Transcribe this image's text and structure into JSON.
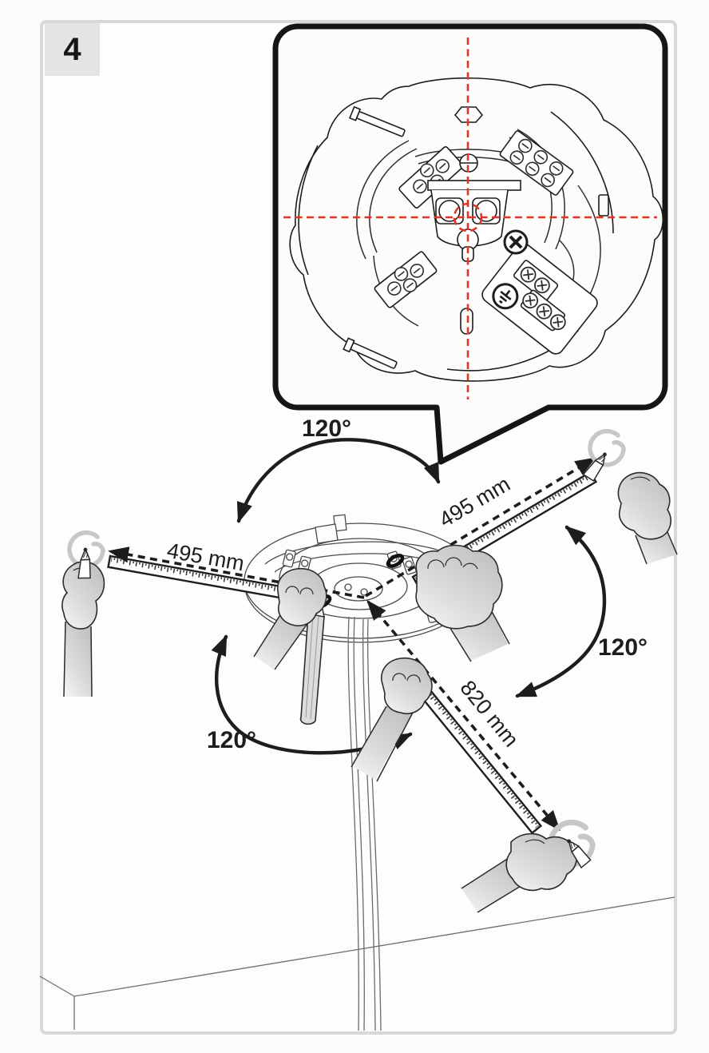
{
  "step": {
    "number": "4"
  },
  "labels": {
    "angles": [
      {
        "text": "120°",
        "position": "top"
      },
      {
        "text": "120°",
        "position": "right"
      },
      {
        "text": "120°",
        "position": "bottom-left"
      }
    ],
    "lengths": [
      {
        "text": "495 mm",
        "position": "left-ruler"
      },
      {
        "text": "495 mm",
        "position": "upper-right-ruler"
      },
      {
        "text": "820 mm",
        "position": "lower-right-ruler"
      }
    ]
  },
  "colors": {
    "accent_red": "#e5332a",
    "line_black": "#1d1d1b",
    "page_border_gray": "#d8d8d8",
    "badge_gray": "#e4e4e4",
    "hand_gray": "#c9c9c9",
    "swirl_gray": "#c7c7c7"
  },
  "icons": [
    "callout-bubble",
    "crosshair-dashed-lines",
    "wiring-plate-top-view",
    "terminal-block-icon",
    "earth-terminal-icon",
    "phillips-screw-icon",
    "mounting-plate-isometric",
    "ruler-icon",
    "pencil-icon",
    "marking-hand-icon",
    "rotation-arrow-icon",
    "hanging-cables",
    "ceiling-edge",
    "mark-swirl-icon",
    "drill-mark-oval"
  ]
}
